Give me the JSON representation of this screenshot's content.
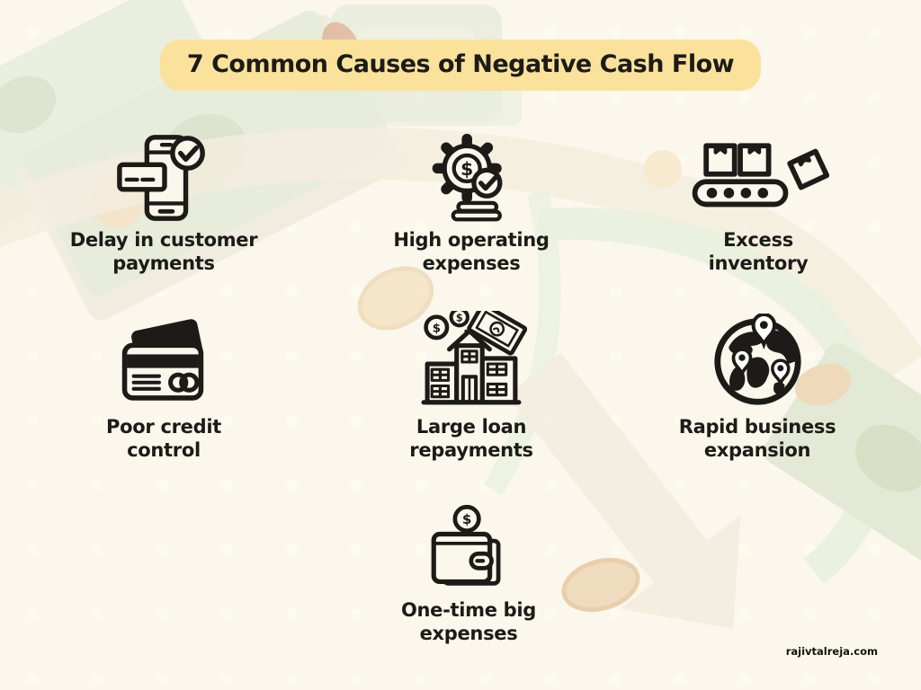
{
  "page": {
    "background_color": "#fbf7ec",
    "highlight_color": "#fae29c",
    "ink_color": "#1d1b18",
    "decor_green": "#e8edda",
    "decor_beige": "#f4eee0",
    "decor_tan": "#f5e4c6"
  },
  "title": {
    "text": "7 Common Causes of Negative Cash Flow"
  },
  "icons": {
    "currency_symbol": "$"
  },
  "causes": [
    {
      "icon": "phone-payment-check-icon",
      "line1": "Delay in customer",
      "line2": "payments"
    },
    {
      "icon": "gear-dollar-check-icon",
      "line1": "High operating",
      "line2": "expenses"
    },
    {
      "icon": "conveyor-boxes-icon",
      "line1": "Excess",
      "line2": "inventory"
    },
    {
      "icon": "credit-card-icon",
      "line1": "Poor credit",
      "line2": "control"
    },
    {
      "icon": "house-money-icon",
      "line1": "Large loan",
      "line2": "repayments"
    },
    {
      "icon": "globe-pins-icon",
      "line1": "Rapid business",
      "line2": "expansion"
    },
    {
      "icon": "wallet-coin-icon",
      "line1": "One-time big",
      "line2": "expenses"
    }
  ],
  "footer": {
    "website": "rajivtalreja.com"
  }
}
